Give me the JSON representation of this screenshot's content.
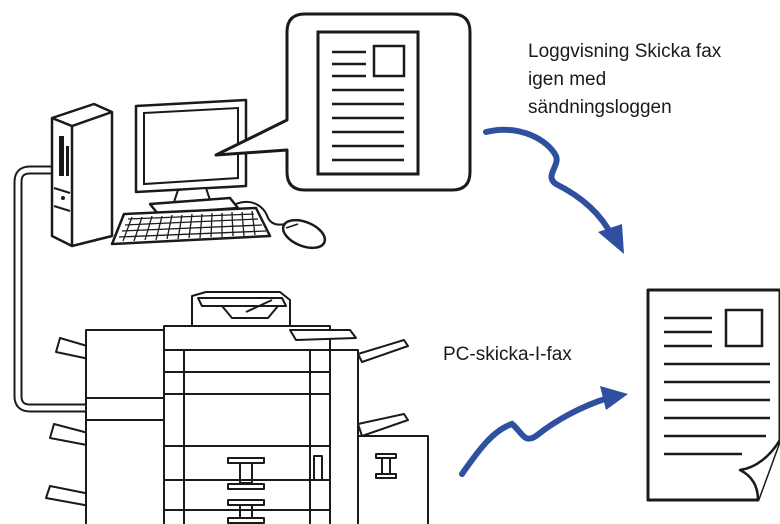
{
  "labels": {
    "resend_line1": "Loggvisning Skicka fax",
    "resend_line2": "igen med",
    "resend_line3": "sändningsloggen",
    "pc_fax": "PC-skicka-I-fax"
  },
  "colors": {
    "arrow": "#2f4fa0",
    "line": "#1a1a1a",
    "fill": "#ffffff"
  },
  "icons": [
    "computer-tower-icon",
    "monitor-icon",
    "keyboard-icon",
    "mouse-icon",
    "speech-bubble-icon",
    "document-icon",
    "mfp-printer-icon",
    "curved-arrow-icon"
  ]
}
